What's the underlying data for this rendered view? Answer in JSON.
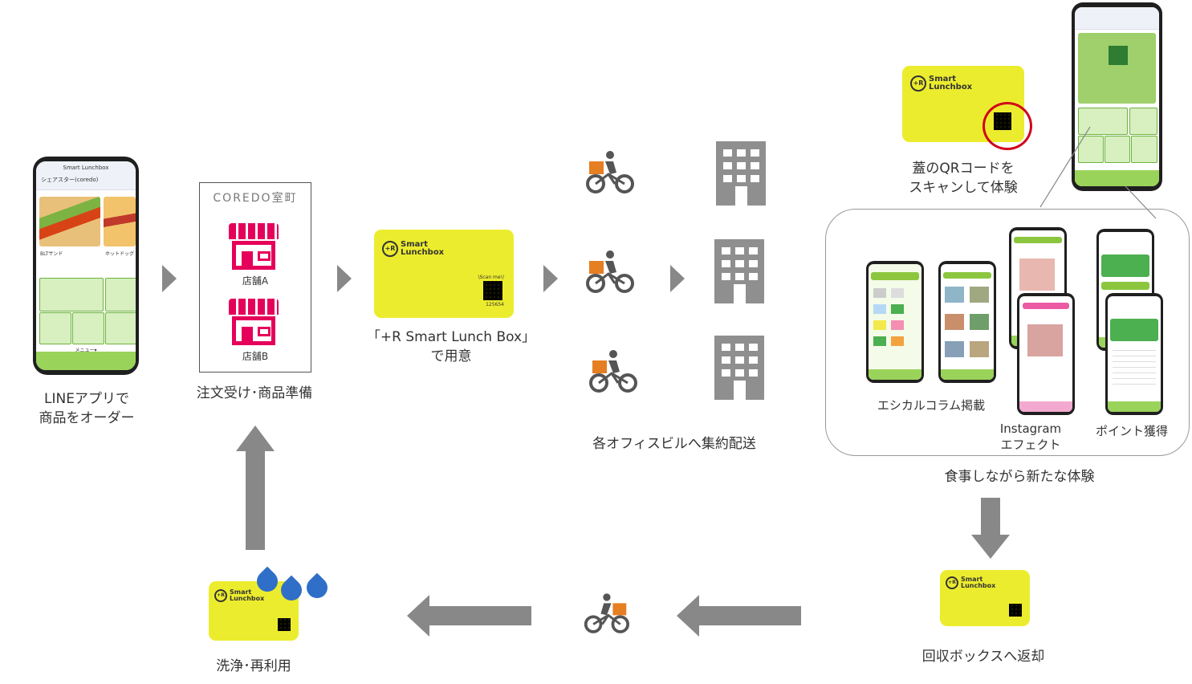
{
  "steps": {
    "order": "LINEアプリで\n商品をオーダー",
    "prepare": "注文受け･商品準備",
    "box": "「+R Smart Lunch Box」\nで用意",
    "deliver": "各オフィスビルへ集約配送",
    "scan": "蓋のQRコードを\nスキャンして体験",
    "experience": "食事しながら新たな体験",
    "return": "回収ボックスへ返却",
    "wash": "洗浄･再利用"
  },
  "store": {
    "brand": "COREDO室町",
    "shop_a": "店舗A",
    "shop_b": "店舗B"
  },
  "features": {
    "column": "エシカルコラム掲載",
    "instagram": "Instagram\nエフェクト",
    "points": "ポイント獲得"
  },
  "lunchbox": {
    "logo_line1": "Smart",
    "logo_line2": "Lunchbox",
    "scan_me": "\\Scan me!/",
    "code": "125654"
  },
  "phone": {
    "title": "Smart Lunchbox",
    "chat": "シェアスター(coredo)",
    "item1": "BLTサンド",
    "item2": "ホットドッグ",
    "menu": "メニュー▾"
  },
  "colors": {
    "lunchbox": "#ecec2e",
    "accent_green": "#8cc63f",
    "store_pink": "#e5005a",
    "drop_blue": "#2f6fc8",
    "arrow_gray": "#888888"
  }
}
